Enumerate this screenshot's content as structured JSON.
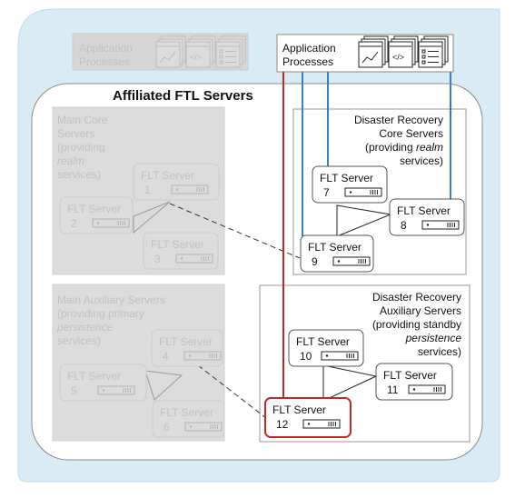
{
  "top_left_apps": {
    "label_line1": "Application",
    "label_line2": "Processes"
  },
  "top_right_apps": {
    "label_line1": "Application",
    "label_line2": "Processes"
  },
  "affiliated": {
    "title": "Affiliated FTL Servers"
  },
  "main_core": {
    "lines": [
      "Main Core",
      "Servers",
      "(providing",
      "realm",
      "services)"
    ]
  },
  "dr_core": {
    "line1": "Disaster Recovery",
    "line2": "Core Servers",
    "line3_pre": "(providing ",
    "line3_em": "realm",
    "line4": "services)"
  },
  "main_aux": {
    "line1": "Main Auxiliary Servers",
    "line2": "(providing primary",
    "line3_em": "persistence",
    "line4": "services)"
  },
  "dr_aux": {
    "line1": "Disaster Recovery",
    "line2": "Auxiliary Servers",
    "line3": "(providing standby",
    "line4_em": "persistence",
    "line5": "services)"
  },
  "servers": [
    {
      "name": "FLT Server",
      "num": "1"
    },
    {
      "name": "FLT Server",
      "num": "2"
    },
    {
      "name": "FLT Server",
      "num": "3"
    },
    {
      "name": "FLT Server",
      "num": "4"
    },
    {
      "name": "FLT Server",
      "num": "5"
    },
    {
      "name": "FLT Server",
      "num": "6"
    },
    {
      "name": "FLT Server",
      "num": "7"
    },
    {
      "name": "FLT Server",
      "num": "8"
    },
    {
      "name": "FLT Server",
      "num": "9"
    },
    {
      "name": "FLT Server",
      "num": "10"
    },
    {
      "name": "FLT Server",
      "num": "11"
    },
    {
      "name": "FLT Server",
      "num": "12"
    }
  ],
  "colors": {
    "background_region": "#d9ecf5",
    "link_blue": "#3a7fc1",
    "link_red": "#c62828",
    "dim_fill": "#dcdcdc",
    "dim_text": "#c2c2c2"
  }
}
